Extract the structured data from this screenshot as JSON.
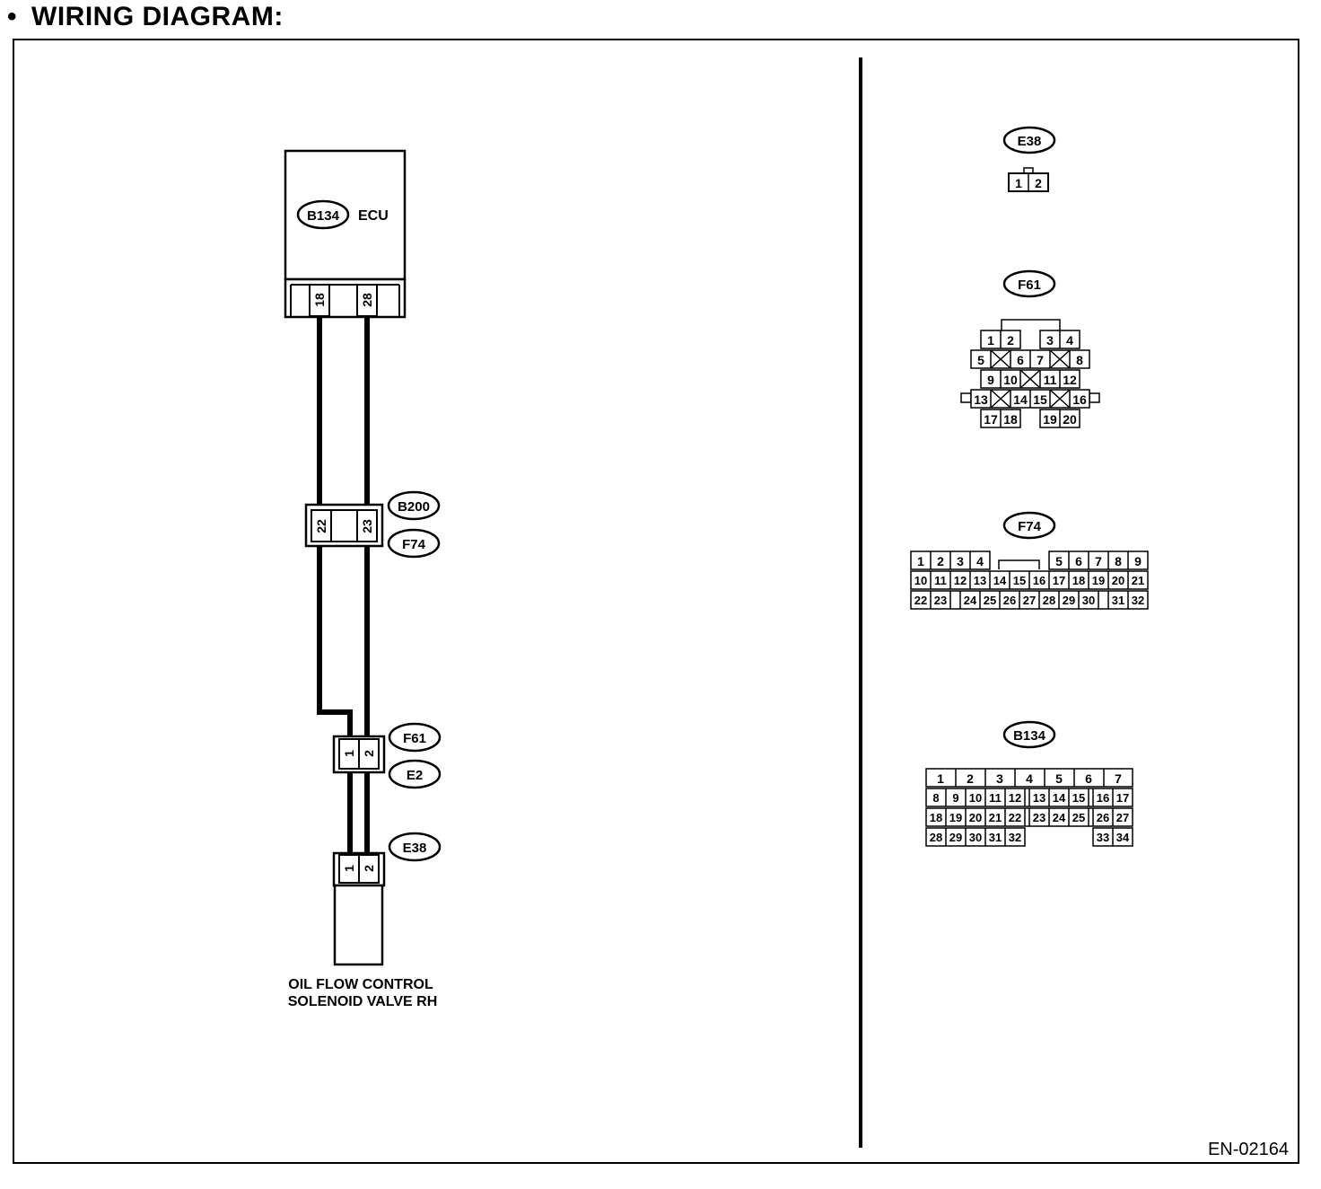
{
  "heading": {
    "bullet": "•",
    "title": "WIRING DIAGRAM:"
  },
  "figure_id": "EN-02164",
  "ecu": {
    "connector": "B134",
    "label": "ECU",
    "pins": [
      "18",
      "28"
    ]
  },
  "joint_connector": {
    "top_label": "B200",
    "bottom_label": "F74",
    "pins": [
      "22",
      "23"
    ]
  },
  "connector_f61_e2": {
    "top_label": "F61",
    "bottom_label": "E2",
    "pins": [
      "1",
      "2"
    ]
  },
  "solenoid": {
    "connector": "E38",
    "pins": [
      "1",
      "2"
    ],
    "label_line1": "OIL FLOW CONTROL",
    "label_line2": "SOLENOID VALVE RH"
  },
  "pinouts": {
    "e38": {
      "label": "E38",
      "pins": [
        "1",
        "2"
      ]
    },
    "f61": {
      "label": "F61",
      "row1": [
        "1",
        "2",
        "3",
        "4"
      ],
      "row2": [
        "5",
        "6",
        "7",
        "8"
      ],
      "row3": [
        "9",
        "10",
        "11",
        "12"
      ],
      "row4": [
        "13",
        "14",
        "15",
        "16"
      ],
      "row5": [
        "17",
        "18",
        "19",
        "20"
      ]
    },
    "f74": {
      "label": "F74",
      "row1": [
        "1",
        "2",
        "3",
        "4",
        "5",
        "6",
        "7",
        "8",
        "9"
      ],
      "row2": [
        "10",
        "11",
        "12",
        "13",
        "14",
        "15",
        "16",
        "17",
        "18",
        "19",
        "20",
        "21"
      ],
      "row3": [
        "22",
        "23",
        "24",
        "25",
        "26",
        "27",
        "28",
        "29",
        "30",
        "31",
        "32"
      ]
    },
    "b134": {
      "label": "B134",
      "row1": [
        "1",
        "2",
        "3",
        "4",
        "5",
        "6",
        "7"
      ],
      "row2": [
        "8",
        "9",
        "10",
        "11",
        "12",
        "13",
        "14",
        "15",
        "16",
        "17"
      ],
      "row3": [
        "18",
        "19",
        "20",
        "21",
        "22",
        "23",
        "24",
        "25",
        "26",
        "27"
      ],
      "row4": [
        "28",
        "29",
        "30",
        "31",
        "32",
        "33",
        "34"
      ]
    }
  }
}
